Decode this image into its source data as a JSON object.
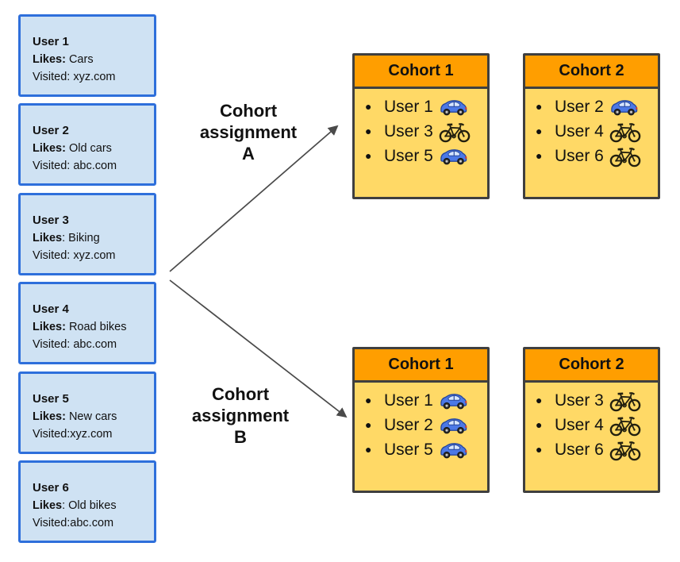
{
  "diagram": {
    "users": [
      {
        "title": "User 1",
        "likes_label": "Likes:",
        "likes_value": " Cars",
        "visited": "Visited: xyz.com"
      },
      {
        "title": "User 2",
        "likes_label": "Likes:",
        "likes_value": " Old cars",
        "visited": "Visited: abc.com"
      },
      {
        "title": "User 3",
        "likes_label": "Likes",
        "likes_value": ": Biking",
        "visited": "Visited: xyz.com"
      },
      {
        "title": "User 4",
        "likes_label": "Likes:",
        "likes_value": " Road bikes",
        "visited": "Visited: abc.com"
      },
      {
        "title": "User 5",
        "likes_label": "Likes:",
        "likes_value": " New cars",
        "visited": "Visited:xyz.com"
      },
      {
        "title": "User 6",
        "likes_label": "Likes",
        "likes_value": ": Old bikes",
        "visited": "Visited:abc.com"
      }
    ],
    "assignments": [
      {
        "id": "A",
        "label_lines": [
          "Cohort",
          "assignment",
          "A"
        ],
        "cohorts": [
          {
            "title": "Cohort 1",
            "bullet": "●",
            "items": [
              {
                "text": "User 1",
                "icon": "car-icon"
              },
              {
                "text": "User 3",
                "icon": "bike-icon"
              },
              {
                "text": "User 5",
                "icon": "car-icon"
              }
            ]
          },
          {
            "title": "Cohort 2",
            "bullet": "●",
            "items": [
              {
                "text": "User 2",
                "icon": "car-icon"
              },
              {
                "text": "User 4",
                "icon": "bike-icon"
              },
              {
                "text": "User 6",
                "icon": "bike-icon"
              }
            ]
          }
        ]
      },
      {
        "id": "B",
        "label_lines": [
          "Cohort",
          "assignment",
          "B"
        ],
        "cohorts": [
          {
            "title": "Cohort 1",
            "bullet": "●",
            "items": [
              {
                "text": "User 1",
                "icon": "car-icon"
              },
              {
                "text": "User 2",
                "icon": "car-icon"
              },
              {
                "text": "User 5",
                "icon": "car-icon"
              }
            ]
          },
          {
            "title": "Cohort 2",
            "bullet": "●",
            "items": [
              {
                "text": "User 3",
                "icon": "bike-icon"
              },
              {
                "text": "User 4",
                "icon": "bike-icon"
              },
              {
                "text": "User 6",
                "icon": "bike-icon"
              }
            ]
          }
        ]
      }
    ],
    "colors": {
      "card_fill": "#cfe2f3",
      "card_border": "#2e6fdb",
      "cohort_header": "#ff9e00",
      "cohort_body": "#ffd966",
      "box_border": "#3f3f3f",
      "arrow": "#4a4a4a",
      "text": "#111111"
    }
  }
}
